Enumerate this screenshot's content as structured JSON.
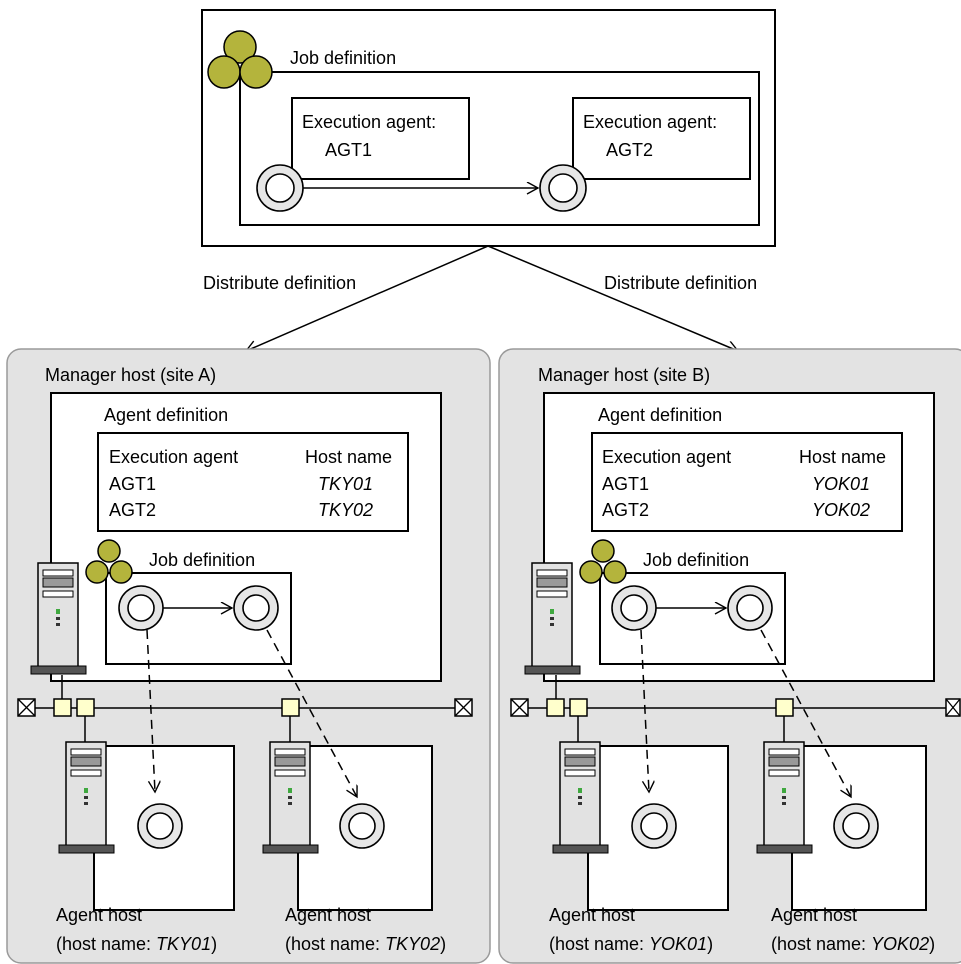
{
  "top": {
    "job_definition_title": "Job definition",
    "job1_label": "Execution agent:",
    "job1_agent": "AGT1",
    "job2_label": "Execution agent:",
    "job2_agent": "AGT2"
  },
  "distribute": {
    "left": "Distribute definition",
    "right": "Distribute definition"
  },
  "sites": [
    {
      "title": "Manager host (site A)",
      "agent_definition_title": "Agent definition",
      "col_agent": "Execution agent",
      "col_host": "Host name",
      "rows": [
        {
          "agent": "AGT1",
          "host": "TKY01"
        },
        {
          "agent": "AGT2",
          "host": "TKY02"
        }
      ],
      "job_definition_title": "Job definition",
      "agent_hosts": [
        {
          "label": "Agent host",
          "prefix": "(host name: ",
          "name": "TKY01",
          "suffix": ")"
        },
        {
          "label": "Agent host",
          "prefix": "(host name: ",
          "name": "TKY02",
          "suffix": ")"
        }
      ]
    },
    {
      "title": "Manager host (site B)",
      "agent_definition_title": "Agent definition",
      "col_agent": "Execution agent",
      "col_host": "Host name",
      "rows": [
        {
          "agent": "AGT1",
          "host": "YOK01"
        },
        {
          "agent": "AGT2",
          "host": "YOK02"
        }
      ],
      "job_definition_title": "Job definition",
      "agent_hosts": [
        {
          "label": "Agent host",
          "prefix": "(host name: ",
          "name": "YOK01",
          "suffix": ")"
        },
        {
          "label": "Agent host",
          "prefix": "(host name: ",
          "name": "YOK02",
          "suffix": ")"
        }
      ]
    }
  ],
  "colors": {
    "site_fill": "#e3e3e3",
    "jobnet_icon": "#b4b43c",
    "port_fill": "#ffffcc",
    "server_body": "#e2e2e2",
    "server_led": "#3fa83f"
  }
}
